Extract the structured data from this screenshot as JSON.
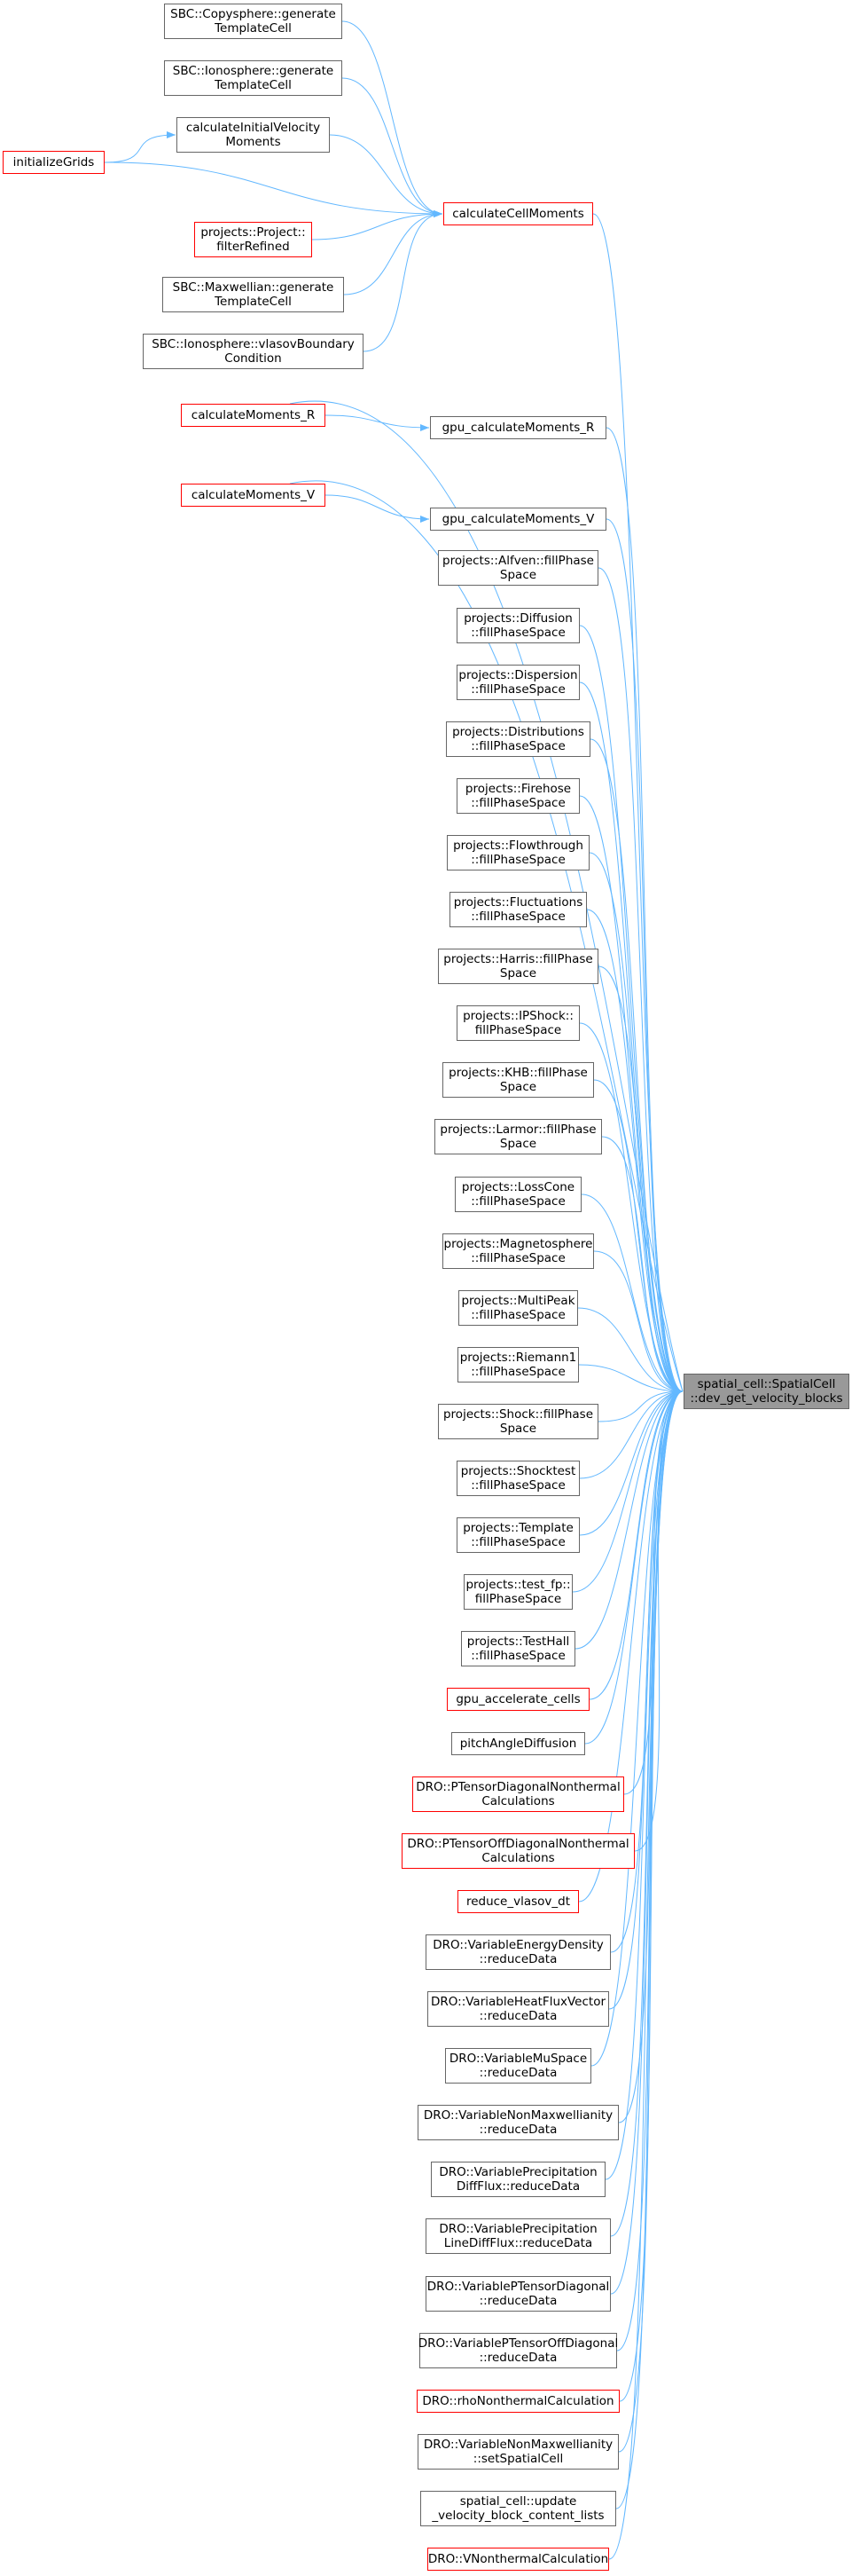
{
  "colors": {
    "edge": "#63b8ff",
    "border": "#666666",
    "incomplete_border": "#ff0000",
    "focus_fill": "#999999"
  },
  "focus_node": {
    "id": "focus",
    "lines": [
      "spatial_cell::SpatialCell",
      "::dev_get_velocity_blocks"
    ]
  },
  "nodes": [
    {
      "id": "n0",
      "lines": [
        "SBC::Copysphere::generate",
        "TemplateCell"
      ],
      "red": false
    },
    {
      "id": "n1",
      "lines": [
        "SBC::Ionosphere::generate",
        "TemplateCell"
      ],
      "red": false
    },
    {
      "id": "n2",
      "lines": [
        "calculateInitialVelocity",
        "Moments"
      ],
      "red": false
    },
    {
      "id": "n3",
      "lines": [
        "initializeGrids"
      ],
      "red": true
    },
    {
      "id": "n4",
      "lines": [
        "calculateCellMoments"
      ],
      "red": true
    },
    {
      "id": "n5",
      "lines": [
        "projects::Project::",
        "filterRefined"
      ],
      "red": true
    },
    {
      "id": "n6",
      "lines": [
        "SBC::Maxwellian::generate",
        "TemplateCell"
      ],
      "red": false
    },
    {
      "id": "n7",
      "lines": [
        "SBC::Ionosphere::vlasovBoundary",
        "Condition"
      ],
      "red": false
    },
    {
      "id": "n8",
      "lines": [
        "calculateMoments_R"
      ],
      "red": true
    },
    {
      "id": "n9",
      "lines": [
        "gpu_calculateMoments_R"
      ],
      "red": false
    },
    {
      "id": "n10",
      "lines": [
        "calculateMoments_V"
      ],
      "red": true
    },
    {
      "id": "n11",
      "lines": [
        "gpu_calculateMoments_V"
      ],
      "red": false
    },
    {
      "id": "n12",
      "lines": [
        "projects::Alfven::fillPhase",
        "Space"
      ],
      "red": false
    },
    {
      "id": "n13",
      "lines": [
        "projects::Diffusion",
        "::fillPhaseSpace"
      ],
      "red": false
    },
    {
      "id": "n14",
      "lines": [
        "projects::Dispersion",
        "::fillPhaseSpace"
      ],
      "red": false
    },
    {
      "id": "n15",
      "lines": [
        "projects::Distributions",
        "::fillPhaseSpace"
      ],
      "red": false
    },
    {
      "id": "n16",
      "lines": [
        "projects::Firehose",
        "::fillPhaseSpace"
      ],
      "red": false
    },
    {
      "id": "n17",
      "lines": [
        "projects::Flowthrough",
        "::fillPhaseSpace"
      ],
      "red": false
    },
    {
      "id": "n18",
      "lines": [
        "projects::Fluctuations",
        "::fillPhaseSpace"
      ],
      "red": false
    },
    {
      "id": "n19",
      "lines": [
        "projects::Harris::fillPhase",
        "Space"
      ],
      "red": false
    },
    {
      "id": "n20",
      "lines": [
        "projects::IPShock::",
        "fillPhaseSpace"
      ],
      "red": false
    },
    {
      "id": "n21",
      "lines": [
        "projects::KHB::fillPhase",
        "Space"
      ],
      "red": false
    },
    {
      "id": "n22",
      "lines": [
        "projects::Larmor::fillPhase",
        "Space"
      ],
      "red": false
    },
    {
      "id": "n23",
      "lines": [
        "projects::LossCone",
        "::fillPhaseSpace"
      ],
      "red": false
    },
    {
      "id": "n24",
      "lines": [
        "projects::Magnetosphere",
        "::fillPhaseSpace"
      ],
      "red": false
    },
    {
      "id": "n25",
      "lines": [
        "projects::MultiPeak",
        "::fillPhaseSpace"
      ],
      "red": false
    },
    {
      "id": "n26",
      "lines": [
        "projects::Riemann1",
        "::fillPhaseSpace"
      ],
      "red": false
    },
    {
      "id": "n27",
      "lines": [
        "projects::Shock::fillPhase",
        "Space"
      ],
      "red": false
    },
    {
      "id": "n28",
      "lines": [
        "projects::Shocktest",
        "::fillPhaseSpace"
      ],
      "red": false
    },
    {
      "id": "n29",
      "lines": [
        "projects::Template",
        "::fillPhaseSpace"
      ],
      "red": false
    },
    {
      "id": "n30",
      "lines": [
        "projects::test_fp::",
        "fillPhaseSpace"
      ],
      "red": false
    },
    {
      "id": "n31",
      "lines": [
        "projects::TestHall",
        "::fillPhaseSpace"
      ],
      "red": false
    },
    {
      "id": "n32",
      "lines": [
        "gpu_accelerate_cells"
      ],
      "red": true
    },
    {
      "id": "n33",
      "lines": [
        "pitchAngleDiffusion"
      ],
      "red": false
    },
    {
      "id": "n34",
      "lines": [
        "DRO::PTensorDiagonalNonthermal",
        "Calculations"
      ],
      "red": true
    },
    {
      "id": "n35",
      "lines": [
        "DRO::PTensorOffDiagonalNonthermal",
        "Calculations"
      ],
      "red": true
    },
    {
      "id": "n36",
      "lines": [
        "reduce_vlasov_dt"
      ],
      "red": true
    },
    {
      "id": "n37",
      "lines": [
        "DRO::VariableEnergyDensity",
        "::reduceData"
      ],
      "red": false
    },
    {
      "id": "n38",
      "lines": [
        "DRO::VariableHeatFluxVector",
        "::reduceData"
      ],
      "red": false
    },
    {
      "id": "n39",
      "lines": [
        "DRO::VariableMuSpace",
        "::reduceData"
      ],
      "red": false
    },
    {
      "id": "n40",
      "lines": [
        "DRO::VariableNonMaxwellianity",
        "::reduceData"
      ],
      "red": false
    },
    {
      "id": "n41",
      "lines": [
        "DRO::VariablePrecipitation",
        "DiffFlux::reduceData"
      ],
      "red": false
    },
    {
      "id": "n42",
      "lines": [
        "DRO::VariablePrecipitation",
        "LineDiffFlux::reduceData"
      ],
      "red": false
    },
    {
      "id": "n43",
      "lines": [
        "DRO::VariablePTensorDiagonal",
        "::reduceData"
      ],
      "red": false
    },
    {
      "id": "n44",
      "lines": [
        "DRO::VariablePTensorOffDiagonal",
        "::reduceData"
      ],
      "red": false
    },
    {
      "id": "n45",
      "lines": [
        "DRO::rhoNonthermalCalculation"
      ],
      "red": true
    },
    {
      "id": "n46",
      "lines": [
        "DRO::VariableNonMaxwellianity",
        "::setSpatialCell"
      ],
      "red": false
    },
    {
      "id": "n47",
      "lines": [
        "spatial_cell::update",
        "_velocity_block_content_lists"
      ],
      "red": false
    },
    {
      "id": "n48",
      "lines": [
        "DRO::VNonthermalCalculation"
      ],
      "red": true
    }
  ],
  "edges": [
    [
      "n0",
      "n4"
    ],
    [
      "n1",
      "n4"
    ],
    [
      "n2",
      "n4"
    ],
    [
      "n3",
      "n4"
    ],
    [
      "n3",
      "n2"
    ],
    [
      "n5",
      "n4"
    ],
    [
      "n6",
      "n4"
    ],
    [
      "n7",
      "n4"
    ],
    [
      "n4",
      "focus"
    ],
    [
      "n8",
      "focus"
    ],
    [
      "n8",
      "n9"
    ],
    [
      "n9",
      "focus"
    ],
    [
      "n10",
      "focus"
    ],
    [
      "n10",
      "n11"
    ],
    [
      "n11",
      "focus"
    ],
    [
      "n12",
      "focus"
    ],
    [
      "n13",
      "focus"
    ],
    [
      "n14",
      "focus"
    ],
    [
      "n15",
      "focus"
    ],
    [
      "n16",
      "focus"
    ],
    [
      "n17",
      "focus"
    ],
    [
      "n18",
      "focus"
    ],
    [
      "n19",
      "focus"
    ],
    [
      "n20",
      "focus"
    ],
    [
      "n21",
      "focus"
    ],
    [
      "n22",
      "focus"
    ],
    [
      "n23",
      "focus"
    ],
    [
      "n24",
      "focus"
    ],
    [
      "n25",
      "focus"
    ],
    [
      "n26",
      "focus"
    ],
    [
      "n27",
      "focus"
    ],
    [
      "n28",
      "focus"
    ],
    [
      "n29",
      "focus"
    ],
    [
      "n30",
      "focus"
    ],
    [
      "n31",
      "focus"
    ],
    [
      "n32",
      "focus"
    ],
    [
      "n33",
      "focus"
    ],
    [
      "n34",
      "focus"
    ],
    [
      "n35",
      "focus"
    ],
    [
      "n36",
      "focus"
    ],
    [
      "n37",
      "focus"
    ],
    [
      "n38",
      "focus"
    ],
    [
      "n39",
      "focus"
    ],
    [
      "n40",
      "focus"
    ],
    [
      "n41",
      "focus"
    ],
    [
      "n42",
      "focus"
    ],
    [
      "n43",
      "focus"
    ],
    [
      "n44",
      "focus"
    ],
    [
      "n45",
      "focus"
    ],
    [
      "n46",
      "focus"
    ],
    [
      "n47",
      "focus"
    ],
    [
      "n48",
      "focus"
    ]
  ]
}
